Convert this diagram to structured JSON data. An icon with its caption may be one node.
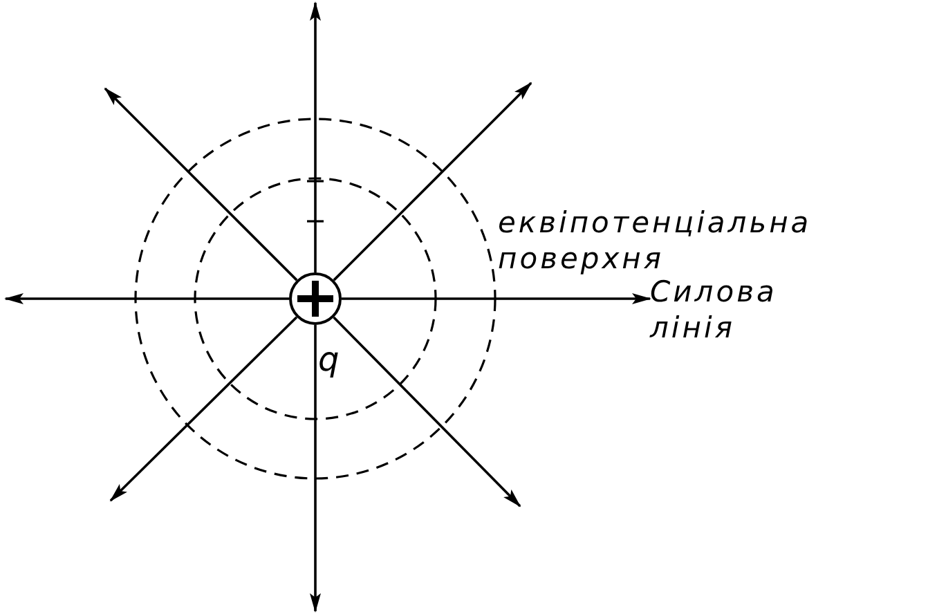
{
  "diagram": {
    "nodes": [
      {
        "text": [],
        "shape": "circle",
        "beside": [
          "q"
        ]
      },
      {
        "text": [
          "Силова лінія"
        ]
      }
    ],
    "edges": [
      {
        "from": 0,
        "to": null,
        "arrow": "to"
      },
      {
        "from": 0,
        "to": null,
        "arrow": "to"
      },
      {
        "from": 0,
        "to": 1,
        "arrow": "to"
      },
      {
        "from": 0,
        "to": null,
        "arrow": "to"
      },
      {
        "from": 0,
        "to": null,
        "arrow": "to"
      },
      {
        "from": 0,
        "to": null,
        "arrow": "to"
      },
      {
        "from": 0,
        "to": null,
        "arrow": "to"
      },
      {
        "from": 0,
        "to": null,
        "arrow": "to"
      }
    ],
    "labels": [
      "еквіпотенціальна поверхня"
    ]
  }
}
